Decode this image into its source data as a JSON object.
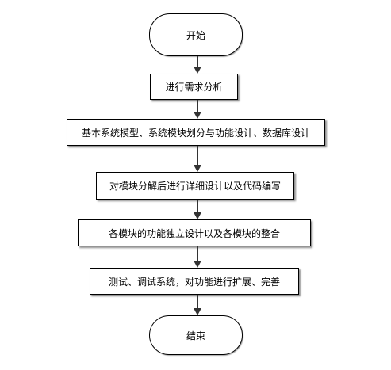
{
  "flowchart": {
    "start": "开始",
    "steps": [
      "进行需求分析",
      "基本系统模型、系统模块划分与功能设计、数据库设计",
      "对模块分解后进行详细设计以及代码编写",
      "各模块的功能独立设计以及各模块的整合",
      "测试、调试系统，对功能进行扩展、完善"
    ],
    "end": "结束"
  }
}
